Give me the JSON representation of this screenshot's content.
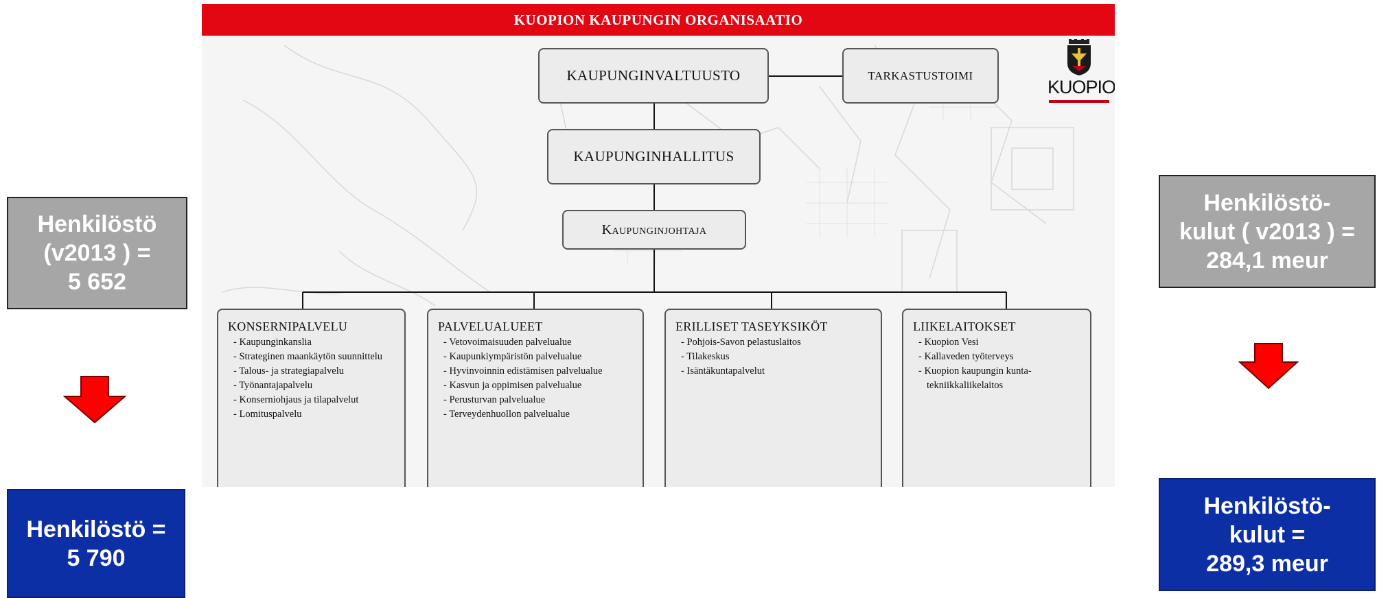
{
  "banner_title": "KUOPION KAUPUNGIN ORGANISAATIO",
  "top_boxes": {
    "council": "KAUPUNGINVALTUUSTO",
    "audit": "TARKASTUSTOIMI",
    "board": "KAUPUNGINHALLITUS",
    "mayor": "Kaupunginjohtaja"
  },
  "logo": {
    "text": "KUOPIO",
    "icon": "kuopio-coat-of-arms-icon"
  },
  "departments": [
    {
      "title": "KONSERNIPALVELU",
      "items": [
        "Kaupunginkanslia",
        "Strateginen maankäytön suunnittelu",
        "Talous- ja strategiapalvelu",
        "Työnantajapalvelu",
        "Konserniohjaus ja tilapalvelut",
        "Lomituspalvelu"
      ]
    },
    {
      "title": "PALVELUALUEET",
      "items": [
        "Vetovoimaisuuden palvelualue",
        "Kaupunkiympäristön palvelualue",
        "Hyvinvoinnin edistämisen palvelualue",
        "Kasvun ja oppimisen palvelualue",
        "Perusturvan palvelualue",
        "Terveydenhuollon palvelualue"
      ]
    },
    {
      "title": "ERILLISET TASEYKSIKÖT",
      "items": [
        "Pohjois-Savon pelastuslaitos",
        "Tilakeskus",
        "Isäntäkuntapalvelut"
      ]
    },
    {
      "title": "LIIKELAITOKSET",
      "items": [
        "Kuopion Vesi",
        "Kallaveden työterveys",
        "Kuopion kaupungin kunta- tekniikkaliikelaitos"
      ]
    }
  ],
  "stats": {
    "left_top": "Henkilöstö\n(v2013 ) =\n5 652",
    "left_bottom": "Henkilöstö =\n5 790",
    "right_top": "Henkilöstö-\nkulut ( v2013 )  =\n284,1 meur",
    "right_bottom": "Henkilöstö-\nkulut   =\n289,3 meur"
  },
  "arrow_icon": "down-arrow-icon",
  "colors": {
    "banner": "#e30613",
    "stat_gray": "#a6a6a6",
    "stat_blue": "#0d2fa6",
    "arrow": "#ff0000"
  }
}
